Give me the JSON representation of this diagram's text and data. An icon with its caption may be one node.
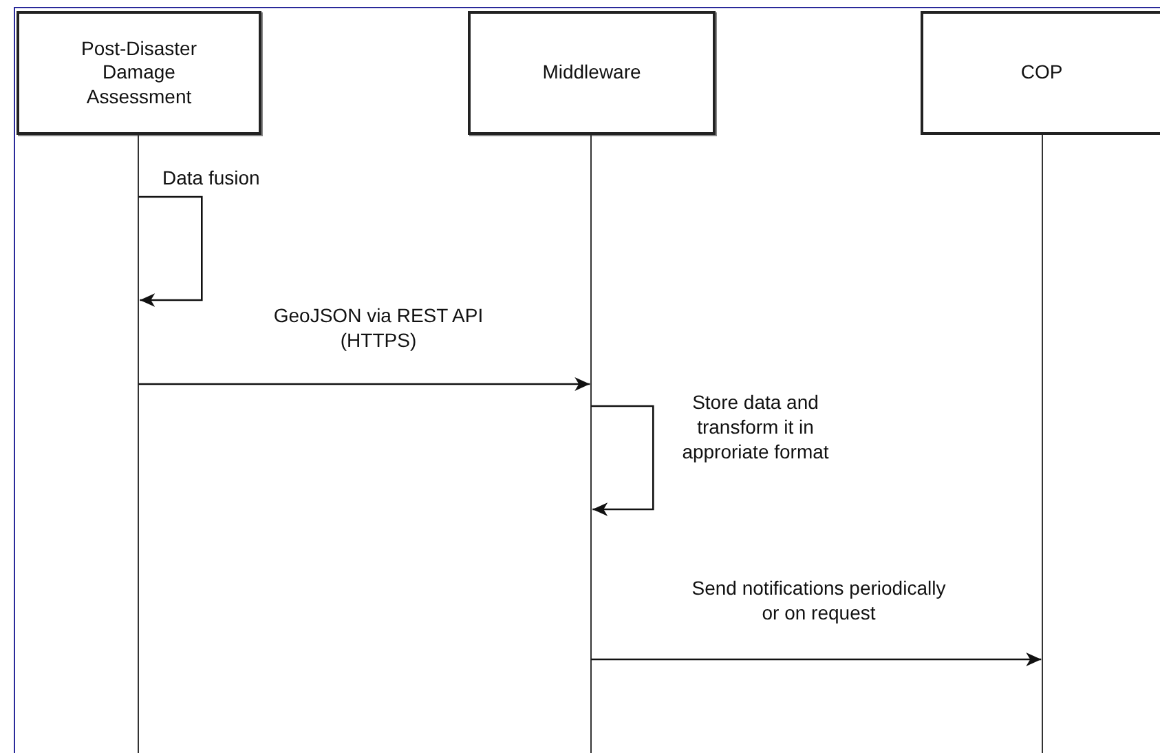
{
  "diagram": {
    "nodes": [
      {
        "text": [
          "Post-Disaster Damage Assessment"
        ]
      },
      {
        "text": [
          "Middleware"
        ]
      },
      {
        "text": [
          "COP"
        ]
      }
    ],
    "edges": [
      {
        "from": 0,
        "to": 0,
        "arrow": "to",
        "label": "Data fusion"
      },
      {
        "from": 0,
        "to": 1,
        "arrow": "to",
        "label": "GeoJSON via REST API (HTTPS)"
      },
      {
        "from": 1,
        "to": 1,
        "arrow": "to",
        "label": "Store data and transform it in approriate format"
      },
      {
        "from": 1,
        "to": 2,
        "arrow": "to",
        "label": "Send notifications periodically or on request"
      }
    ]
  }
}
